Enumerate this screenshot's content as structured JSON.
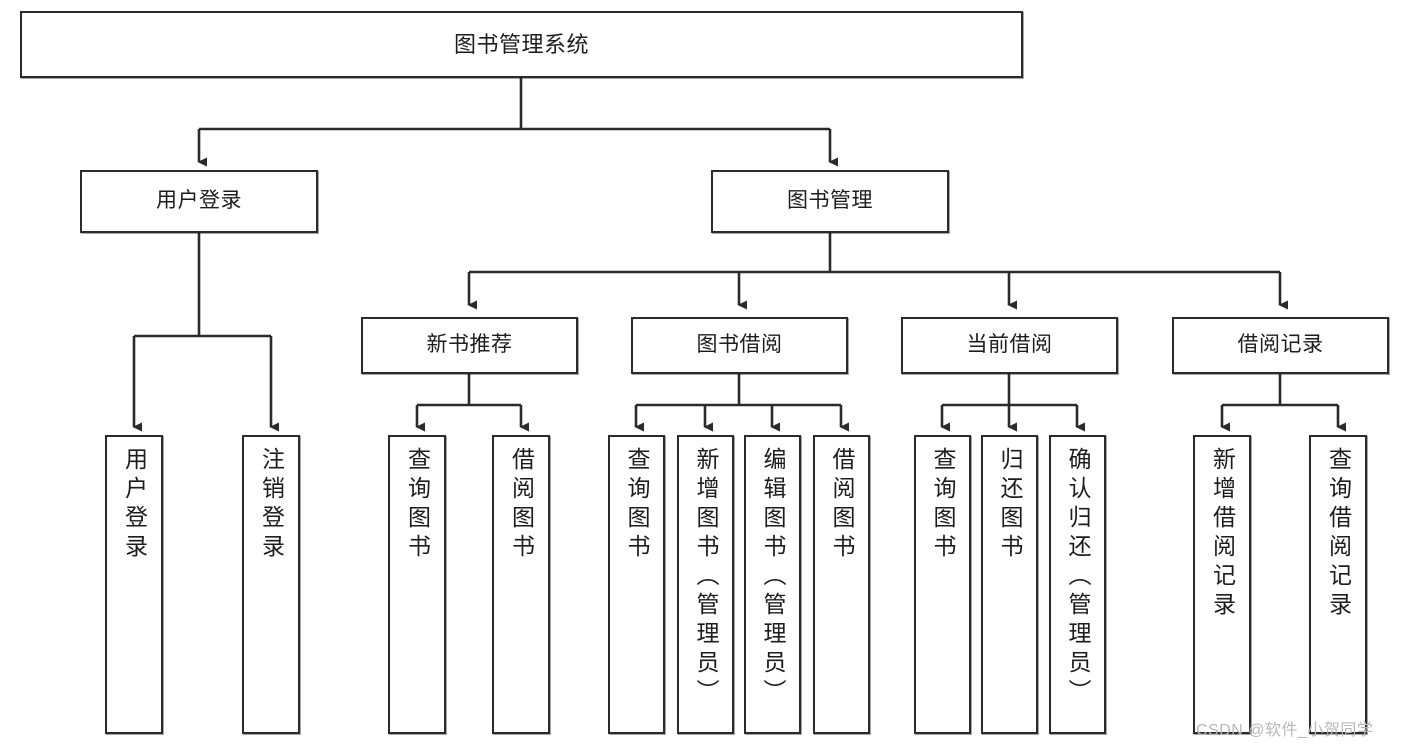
{
  "diagram": {
    "title": "图书管理系统",
    "type": "tree-hierarchy",
    "root": {
      "label": "图书管理系统"
    },
    "level2": [
      {
        "label": "用户登录"
      },
      {
        "label": "图书管理"
      }
    ],
    "level3": [
      {
        "label": "新书推荐"
      },
      {
        "label": "图书借阅"
      },
      {
        "label": "当前借阅"
      },
      {
        "label": "借阅记录"
      }
    ],
    "leaves": {
      "user_login": [
        {
          "label": "用户登录"
        },
        {
          "label": "注销登录"
        }
      ],
      "new_book_recommend": [
        {
          "label": "查询图书"
        },
        {
          "label": "借阅图书"
        }
      ],
      "book_borrow": [
        {
          "label": "查询图书"
        },
        {
          "label": "新增图书（管理员）"
        },
        {
          "label": "编辑图书（管理员）"
        },
        {
          "label": "借阅图书"
        }
      ],
      "current_borrow": [
        {
          "label": "查询图书"
        },
        {
          "label": "归还图书"
        },
        {
          "label": "确认归还（管理员）"
        }
      ],
      "borrow_record": [
        {
          "label": "新增借阅记录"
        },
        {
          "label": "查询借阅记录"
        }
      ]
    }
  },
  "watermark": {
    "text": "CSDN @软件_小贺同学"
  },
  "colors": {
    "stroke": "#2b2b2b",
    "fill": "#ffffff",
    "text": "#1d1d1d",
    "watermark": "#b8b8b8"
  }
}
